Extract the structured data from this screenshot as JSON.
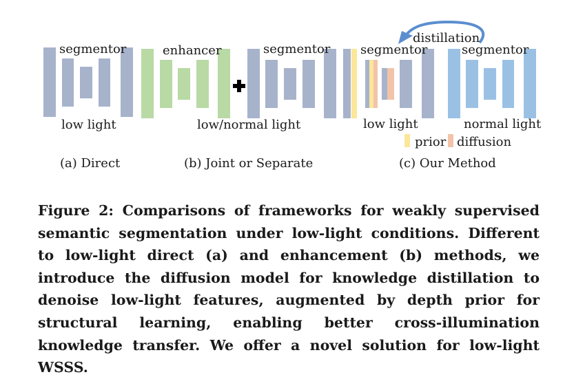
{
  "figure": {
    "panel_a": {
      "segmentor": "segmentor",
      "input": "low light",
      "caption": "(a) Direct"
    },
    "panel_b": {
      "enhancer": "enhancer",
      "segmentor": "segmentor",
      "input": "low/normal light",
      "caption": "(b) Joint or Separate"
    },
    "panel_c": {
      "segmentor_left": "segmentor",
      "segmentor_right": "segmentor",
      "distillation": "distillation",
      "input_left": "low light",
      "input_right": "normal light",
      "legend_prior": "prior",
      "legend_diffusion": "diffusion",
      "caption": "(c) Our Method"
    }
  },
  "colors": {
    "segmentor": "#a7b3cb",
    "enhancer": "#b9d9a5",
    "student_blue": "#9ac1e4",
    "prior": "#fbe69a",
    "diffusion": "#f2c3a9",
    "arrow": "#5b8ecf"
  },
  "caption": "Figure 2: Comparisons of frameworks for weakly supervised semantic segmentation under low-light conditions. Different to low-light direct (a) and enhancement (b) methods, we introduce the diffusion model for knowledge distillation to denoise low-light features, augmented by depth prior for structural learning, enabling better cross-illumination knowledge transfer. We offer a novel solution for low-light WSSS."
}
